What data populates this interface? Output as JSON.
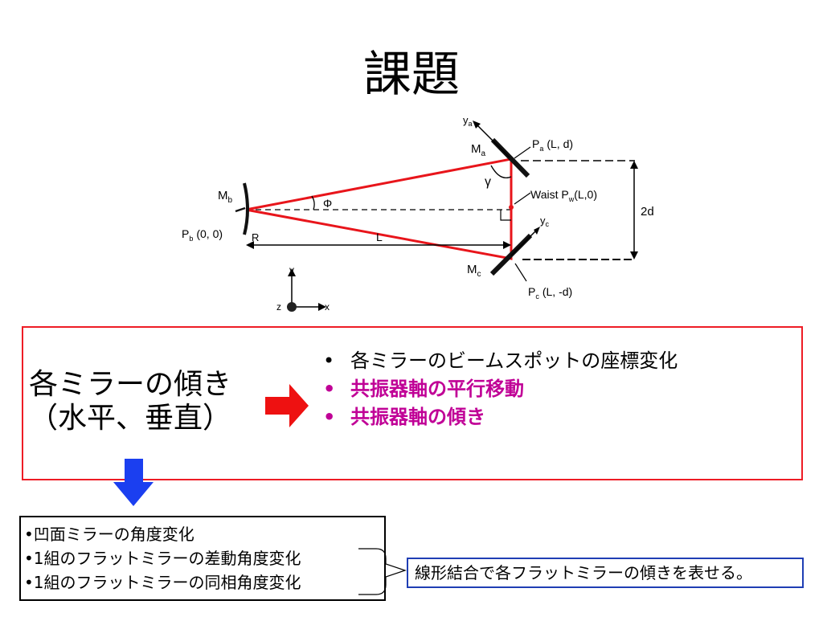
{
  "slide": {
    "title": "課題"
  },
  "figure": {
    "labels": {
      "mb": "M",
      "mb_sub": "b",
      "ma": "M",
      "ma_sub": "a",
      "mc": "M",
      "mc_sub": "c",
      "pa": "P",
      "pa_sub": "a",
      "pa_coord": "(L, d)",
      "pb": "P",
      "pb_sub": "b",
      "pb_coord": "(0, 0)",
      "pc": "P",
      "pc_sub": "c",
      "pc_coord": "(L, -d)",
      "waist": "Waist P",
      "waist_sub": "w",
      "waist_coord": "(L,0)",
      "r": "R",
      "l": "L",
      "twod": "2d",
      "gamma": "γ",
      "phi": "Φ",
      "ya": "y",
      "ya_sub": "a",
      "yc": "y",
      "yc_sub": "c",
      "axis_y": "y",
      "axis_z": "z",
      "axis_x": "x"
    },
    "colors": {
      "beam": "#e8151b",
      "mirror": "#111111"
    }
  },
  "cause": {
    "line1": "各ミラーの傾き",
    "line2": "（水平、垂直）"
  },
  "effects": {
    "bullet": "•",
    "item1": "各ミラーのビームスポットの座標変化",
    "item2": "共振器軸の平行移動",
    "item3": "共振器軸の傾き"
  },
  "modes": {
    "item1": "•凹面ミラーの角度変化",
    "item2": "•1組のフラットミラーの差動角度変化",
    "item3": "•1組のフラットミラーの同相角度変化"
  },
  "note": {
    "text": "線形結合で各フラットミラーの傾きを表せる。"
  },
  "colors": {
    "red_box": "#ee1c25",
    "red_arrow": "#ee1111",
    "blue_arrow": "#1b3ff0",
    "blue_box": "#1f3eb4",
    "magenta_text": "#c00096"
  }
}
